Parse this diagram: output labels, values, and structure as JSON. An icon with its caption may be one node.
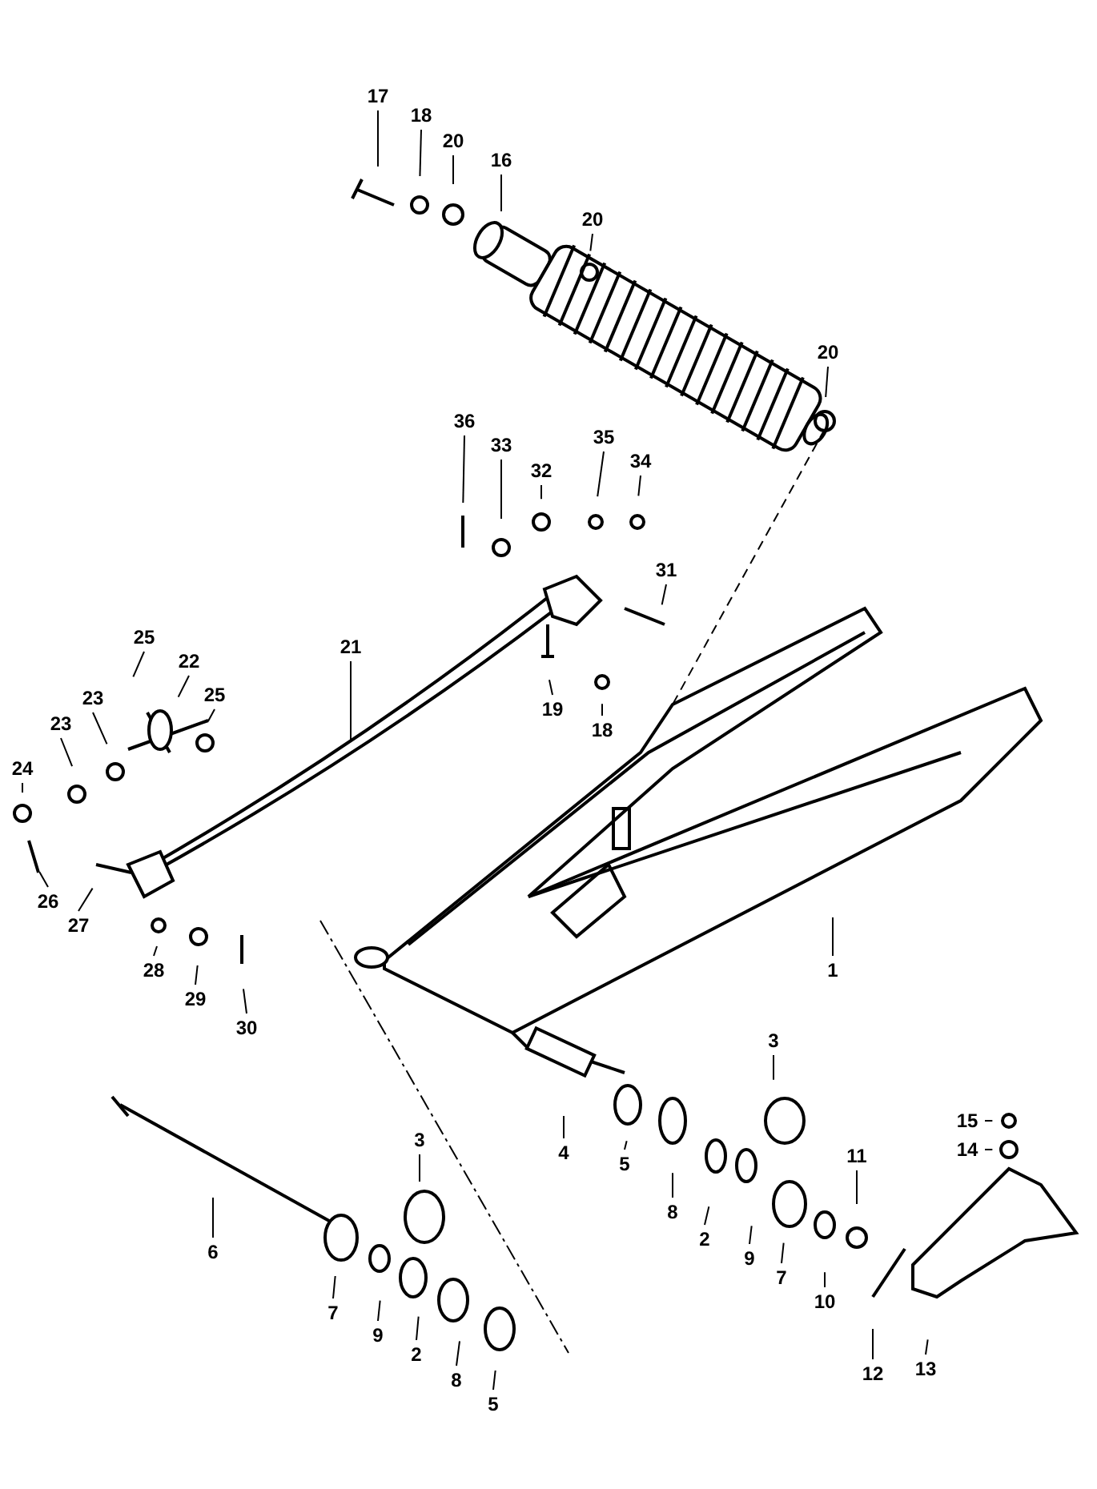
{
  "diagram": {
    "nodes": [
      {
        "text": [
          "17"
        ]
      },
      {
        "text": [
          "18"
        ]
      },
      {
        "text": [
          "20"
        ]
      },
      {
        "text": [
          "16"
        ]
      },
      {
        "text": [
          "20"
        ]
      },
      {
        "text": [
          "20"
        ]
      },
      {
        "text": [
          "36"
        ]
      },
      {
        "text": [
          "33"
        ]
      },
      {
        "text": [
          "35"
        ]
      },
      {
        "text": [
          "32"
        ]
      },
      {
        "text": [
          "34"
        ]
      },
      {
        "text": [
          "31"
        ]
      },
      {
        "text": [
          "25"
        ]
      },
      {
        "text": [
          "21"
        ]
      },
      {
        "text": [
          "22"
        ]
      },
      {
        "text": [
          "23"
        ]
      },
      {
        "text": [
          "25"
        ]
      },
      {
        "text": [
          "23"
        ]
      },
      {
        "text": [
          "19"
        ]
      },
      {
        "text": [
          "18"
        ]
      },
      {
        "text": [
          "24"
        ]
      },
      {
        "text": [
          "26"
        ]
      },
      {
        "text": [
          "27"
        ]
      },
      {
        "text": [
          "28"
        ]
      },
      {
        "text": [
          "29"
        ]
      },
      {
        "text": [
          "30"
        ]
      },
      {
        "text": [
          "1"
        ]
      },
      {
        "text": [
          "3"
        ]
      },
      {
        "text": [
          "15"
        ]
      },
      {
        "text": [
          "4"
        ]
      },
      {
        "text": [
          "5"
        ]
      },
      {
        "text": [
          "8"
        ]
      },
      {
        "text": [
          "3"
        ]
      },
      {
        "text": [
          "14"
        ]
      },
      {
        "text": [
          "11"
        ]
      },
      {
        "text": [
          "2"
        ]
      },
      {
        "text": [
          "9"
        ]
      },
      {
        "text": [
          "6"
        ]
      },
      {
        "text": [
          "7"
        ]
      },
      {
        "text": [
          "10"
        ]
      },
      {
        "text": [
          "7"
        ]
      },
      {
        "text": [
          "9"
        ]
      },
      {
        "text": [
          "2"
        ]
      },
      {
        "text": [
          "12"
        ]
      },
      {
        "text": [
          "13"
        ]
      },
      {
        "text": [
          "8"
        ]
      },
      {
        "text": [
          "5"
        ]
      }
    ],
    "edges": [
      {
        "from": 0,
        "to": null,
        "arrow": "none"
      },
      {
        "from": 1,
        "to": null,
        "arrow": "none"
      },
      {
        "from": 2,
        "to": null,
        "arrow": "none"
      },
      {
        "from": 3,
        "to": null,
        "arrow": "none"
      },
      {
        "from": 4,
        "to": null,
        "arrow": "none"
      },
      {
        "from": 5,
        "to": null,
        "arrow": "none"
      },
      {
        "from": 6,
        "to": null,
        "arrow": "none"
      },
      {
        "from": 7,
        "to": null,
        "arrow": "none"
      },
      {
        "from": 8,
        "to": null,
        "arrow": "none"
      },
      {
        "from": 9,
        "to": null,
        "arrow": "none"
      },
      {
        "from": 10,
        "to": null,
        "arrow": "none"
      },
      {
        "from": 11,
        "to": null,
        "arrow": "none"
      },
      {
        "from": 12,
        "to": null,
        "arrow": "none"
      },
      {
        "from": 13,
        "to": null,
        "arrow": "none"
      },
      {
        "from": 14,
        "to": null,
        "arrow": "none"
      },
      {
        "from": 15,
        "to": null,
        "arrow": "none"
      },
      {
        "from": 16,
        "to": null,
        "arrow": "none"
      },
      {
        "from": 17,
        "to": null,
        "arrow": "none"
      },
      {
        "from": 18,
        "to": null,
        "arrow": "none"
      },
      {
        "from": 19,
        "to": null,
        "arrow": "none"
      },
      {
        "from": 20,
        "to": null,
        "arrow": "none"
      },
      {
        "from": 21,
        "to": null,
        "arrow": "none"
      },
      {
        "from": 22,
        "to": null,
        "arrow": "none"
      },
      {
        "from": 23,
        "to": null,
        "arrow": "none"
      },
      {
        "from": 24,
        "to": null,
        "arrow": "none"
      },
      {
        "from": 25,
        "to": null,
        "arrow": "none"
      },
      {
        "from": 26,
        "to": null,
        "arrow": "none"
      },
      {
        "from": 27,
        "to": null,
        "arrow": "none"
      },
      {
        "from": 28,
        "to": null,
        "arrow": "none"
      },
      {
        "from": 29,
        "to": null,
        "arrow": "none"
      },
      {
        "from": 30,
        "to": null,
        "arrow": "none"
      },
      {
        "from": 31,
        "to": null,
        "arrow": "none"
      },
      {
        "from": 32,
        "to": null,
        "arrow": "none"
      },
      {
        "from": 33,
        "to": null,
        "arrow": "none"
      },
      {
        "from": 34,
        "to": null,
        "arrow": "none"
      },
      {
        "from": 35,
        "to": null,
        "arrow": "none"
      },
      {
        "from": 36,
        "to": null,
        "arrow": "none"
      },
      {
        "from": 37,
        "to": null,
        "arrow": "none"
      },
      {
        "from": 38,
        "to": null,
        "arrow": "none"
      },
      {
        "from": 39,
        "to": null,
        "arrow": "none"
      },
      {
        "from": 40,
        "to": null,
        "arrow": "none"
      },
      {
        "from": 41,
        "to": null,
        "arrow": "none"
      },
      {
        "from": 42,
        "to": null,
        "arrow": "none"
      },
      {
        "from": 43,
        "to": null,
        "arrow": "none"
      },
      {
        "from": 44,
        "to": null,
        "arrow": "none"
      },
      {
        "from": 45,
        "to": null,
        "arrow": "none"
      },
      {
        "from": 46,
        "to": null,
        "arrow": "none"
      }
    ]
  }
}
